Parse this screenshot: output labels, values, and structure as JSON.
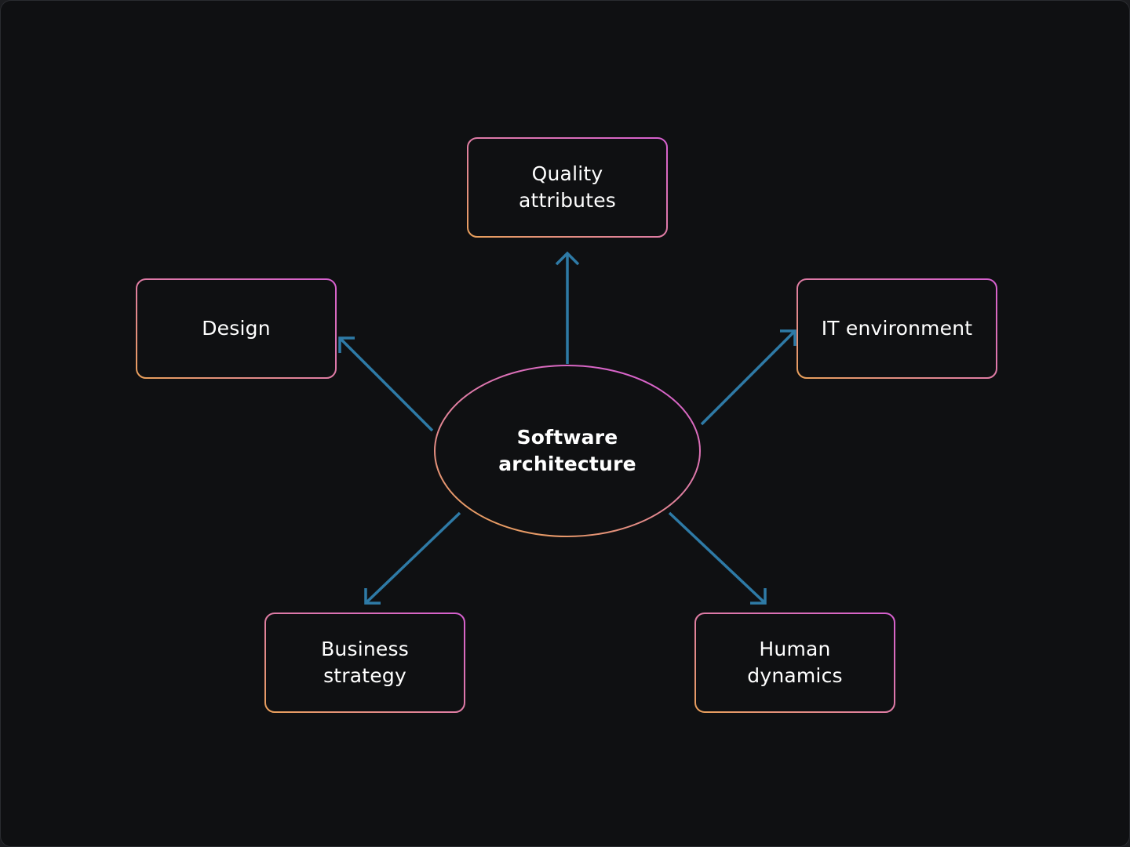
{
  "diagram": {
    "center": {
      "lines": [
        "Software",
        "architecture"
      ]
    },
    "nodes": {
      "quality": {
        "lines": [
          "Quality",
          "attributes"
        ]
      },
      "design": {
        "lines": [
          "Design"
        ]
      },
      "it": {
        "lines": [
          "IT environment"
        ]
      },
      "business": {
        "lines": [
          "Business",
          "strategy"
        ]
      },
      "human": {
        "lines": [
          "Human",
          "dynamics"
        ]
      }
    },
    "colors": {
      "background": "#0f1012",
      "arrow": "#2e7aa6",
      "border_pink": "#d65fd0",
      "border_orange": "#e8a05a",
      "text": "#ffffff"
    }
  }
}
